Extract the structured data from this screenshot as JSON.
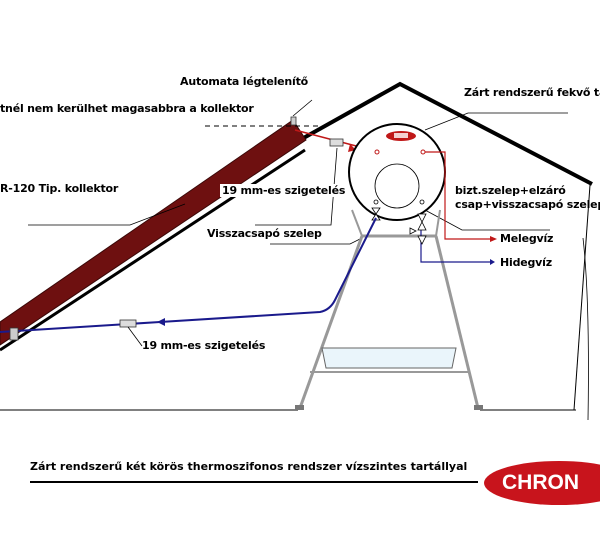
{
  "labels": {
    "air_vent": "Automata légtelenítő",
    "height_note": "tnél nem kerülhet magasabbra a kollektor",
    "tank": "Zárt rendszerű fekvő tar",
    "collector": "R-120 Tip. kollektor",
    "insulation_top": "19 mm-es szigetelés",
    "safety_valve_1": "bizt.szelep+elzáró",
    "safety_valve_2": "csap+visszacsapó szelep",
    "check_valve": "Visszacsapó szelep",
    "hot_water": "Melegvíz",
    "cold_water": "Hidegvíz",
    "insulation_bottom": "19 mm-es szigetelés"
  },
  "caption": "Zárt rendszerű két körös thermoszifonos rendszer vízszintes tartállyal",
  "logo": "CHRON",
  "colors": {
    "hot": "#c01818",
    "cold": "#1a1a8c",
    "collector": "#6e1010",
    "stand": "#999999",
    "logo": "#c8141c"
  }
}
